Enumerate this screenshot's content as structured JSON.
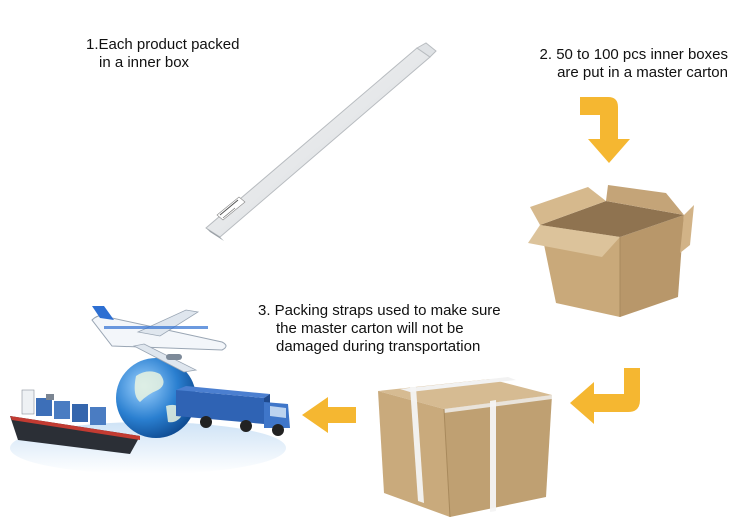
{
  "steps": {
    "step1": {
      "line1": "1.Each product packed",
      "line2": "in a inner box"
    },
    "step2": {
      "line1": "2. 50 to 100 pcs inner boxes",
      "line2": "are put in a master carton"
    },
    "step3": {
      "line1": "3. Packing straps used to make sure",
      "line2": "the master carton will not be",
      "line3": "damaged during transportation"
    }
  },
  "colors": {
    "arrow": "#f5b731",
    "cardboard": "#c9a97a",
    "strap": "#f4f4f4",
    "tube": "#e9ebed"
  },
  "icons": [
    "product-tube-icon",
    "open-carton-icon",
    "strapped-carton-icon",
    "globe-transport-icon",
    "arrow-icon"
  ]
}
